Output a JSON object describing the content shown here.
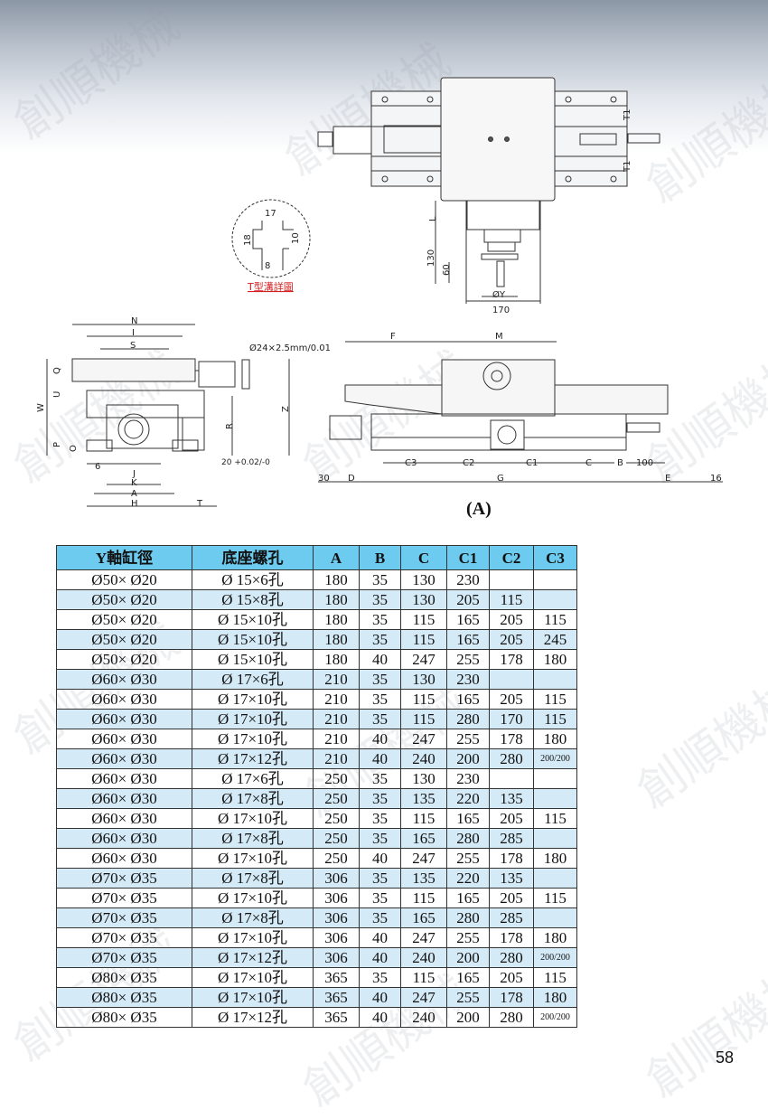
{
  "watermark": "創順機械",
  "detail": {
    "title": "T型溝詳圖",
    "dims": [
      "17",
      "18",
      "10",
      "8"
    ]
  },
  "top_view": {
    "labels": [
      "T1",
      "T1",
      "L",
      "130",
      "60",
      "ØY",
      "170"
    ]
  },
  "front_view": {
    "labels": [
      "N",
      "I",
      "S",
      "W",
      "Q",
      "U",
      "P",
      "O",
      "6",
      "J",
      "K",
      "A",
      "H",
      "T",
      "R",
      "Z"
    ],
    "screw_spec": "Ø24×2.5mm/0.01",
    "tolerance": "20 +0.02/-0"
  },
  "side_view": {
    "labels": [
      "F",
      "M",
      "C3",
      "C2",
      "C1",
      "C",
      "B",
      "100",
      "30",
      "D",
      "G",
      "E",
      "16"
    ]
  },
  "caption": "(A)",
  "table": {
    "headers": [
      "Y軸缸徑",
      "底座螺孔",
      "A",
      "B",
      "C",
      "C1",
      "C2",
      "C3"
    ],
    "rows": [
      [
        "Ø50× Ø20",
        "Ø 15×6孔",
        "180",
        "35",
        "130",
        "230",
        "",
        ""
      ],
      [
        "Ø50× Ø20",
        "Ø 15×8孔",
        "180",
        "35",
        "130",
        "205",
        "115",
        ""
      ],
      [
        "Ø50× Ø20",
        "Ø 15×10孔",
        "180",
        "35",
        "115",
        "165",
        "205",
        "115"
      ],
      [
        "Ø50× Ø20",
        "Ø 15×10孔",
        "180",
        "35",
        "115",
        "165",
        "205",
        "245"
      ],
      [
        "Ø50× Ø20",
        "Ø 15×10孔",
        "180",
        "40",
        "247",
        "255",
        "178",
        "180"
      ],
      [
        "Ø60× Ø30",
        "Ø 17×6孔",
        "210",
        "35",
        "130",
        "230",
        "",
        ""
      ],
      [
        "Ø60× Ø30",
        "Ø 17×10孔",
        "210",
        "35",
        "115",
        "165",
        "205",
        "115"
      ],
      [
        "Ø60× Ø30",
        "Ø 17×10孔",
        "210",
        "35",
        "115",
        "280",
        "170",
        "115"
      ],
      [
        "Ø60× Ø30",
        "Ø 17×10孔",
        "210",
        "40",
        "247",
        "255",
        "178",
        "180"
      ],
      [
        "Ø60× Ø30",
        "Ø 17×12孔",
        "210",
        "40",
        "240",
        "200",
        "280",
        "200/200"
      ],
      [
        "Ø60× Ø30",
        "Ø 17×6孔",
        "250",
        "35",
        "130",
        "230",
        "",
        ""
      ],
      [
        "Ø60× Ø30",
        "Ø 17×8孔",
        "250",
        "35",
        "135",
        "220",
        "135",
        ""
      ],
      [
        "Ø60× Ø30",
        "Ø 17×10孔",
        "250",
        "35",
        "115",
        "165",
        "205",
        "115"
      ],
      [
        "Ø60× Ø30",
        "Ø 17×8孔",
        "250",
        "35",
        "165",
        "280",
        "285",
        ""
      ],
      [
        "Ø60× Ø30",
        "Ø 17×10孔",
        "250",
        "40",
        "247",
        "255",
        "178",
        "180"
      ],
      [
        "Ø70× Ø35",
        "Ø 17×8孔",
        "306",
        "35",
        "135",
        "220",
        "135",
        ""
      ],
      [
        "Ø70× Ø35",
        "Ø 17×10孔",
        "306",
        "35",
        "115",
        "165",
        "205",
        "115"
      ],
      [
        "Ø70× Ø35",
        "Ø 17×8孔",
        "306",
        "35",
        "165",
        "280",
        "285",
        ""
      ],
      [
        "Ø70× Ø35",
        "Ø 17×10孔",
        "306",
        "40",
        "247",
        "255",
        "178",
        "180"
      ],
      [
        "Ø70× Ø35",
        "Ø 17×12孔",
        "306",
        "40",
        "240",
        "200",
        "280",
        "200/200"
      ],
      [
        "Ø80× Ø35",
        "Ø 17×10孔",
        "365",
        "35",
        "115",
        "165",
        "205",
        "115"
      ],
      [
        "Ø80× Ø35",
        "Ø 17×10孔",
        "365",
        "40",
        "247",
        "255",
        "178",
        "180"
      ],
      [
        "Ø80× Ø35",
        "Ø 17×12孔",
        "365",
        "40",
        "240",
        "200",
        "280",
        "200/200"
      ]
    ]
  },
  "page_number": "58",
  "colors": {
    "header": "#6ccbee",
    "alt_row": "#d4eaf6",
    "detail_title": "#d21f1f"
  }
}
